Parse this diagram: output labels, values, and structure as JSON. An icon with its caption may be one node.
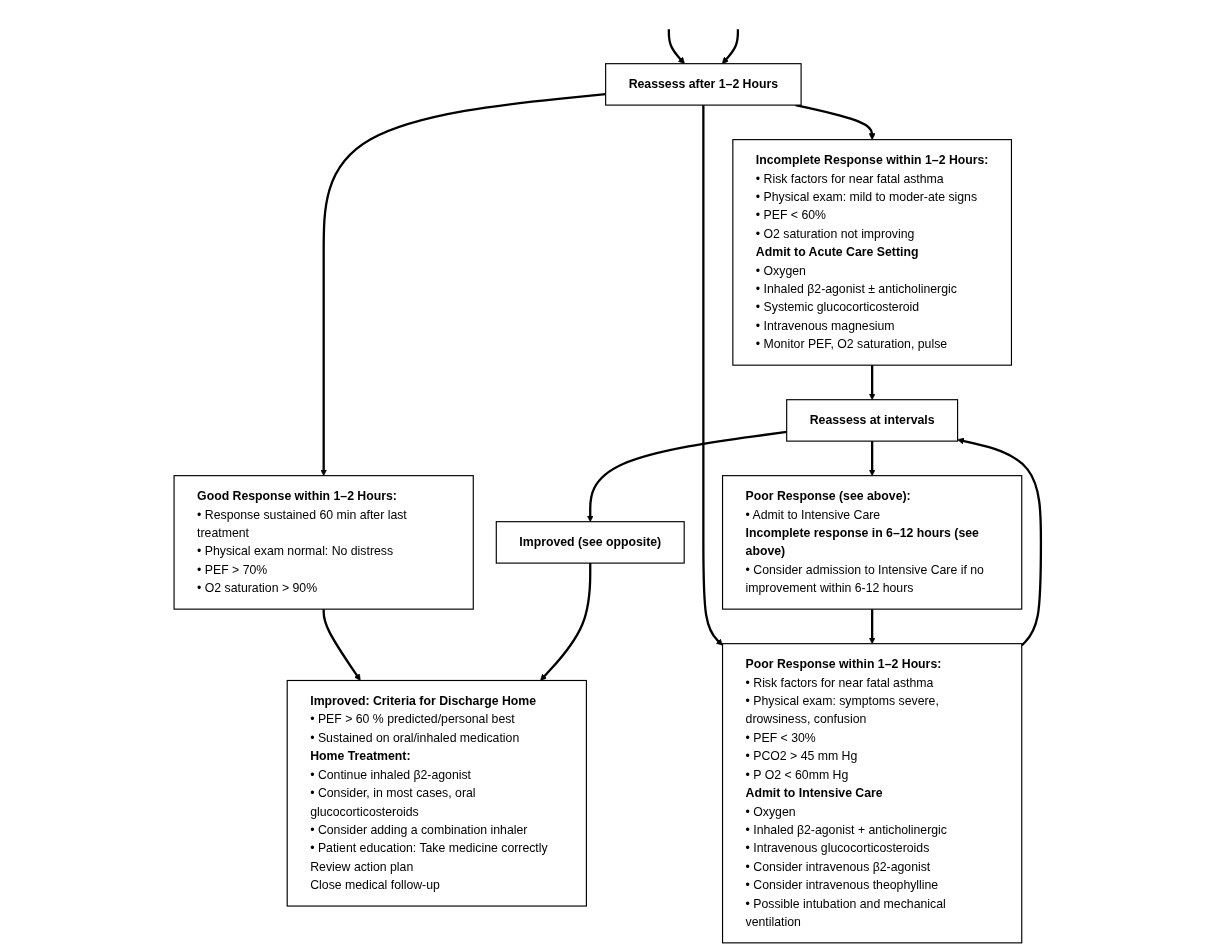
{
  "diagram": {
    "nodes": [
      {
        "text": [
          "Reassess after 1–2 Hours"
        ]
      },
      {
        "text": [
          "Good Response within 1–2 Hours:",
          "• Response sustained 60 min after last treatment",
          "• Physical exam normal: No distress",
          "• PEF > 70%",
          "• O2 saturation > 90%"
        ]
      },
      {
        "text": [
          "Incomplete Response within 1–2 Hours:",
          "• Risk factors for near fatal asthma",
          "• Physical exam: mild to moder-ate signs",
          "• PEF < 60%",
          "• O2 saturation not improving",
          "Admit to Acute Care Setting",
          "• Oxygen",
          "• Inhaled β2-agonist ± anticholinergic",
          "• Systemic glucocorticosteroid",
          "• Intravenous magnesium",
          "• Monitor PEF, O2 saturation, pulse"
        ]
      },
      {
        "text": [
          "Poor Response within 1–2 Hours:",
          "• Risk factors for near fatal asthma",
          "• Physical exam: symptoms severe, drowsiness, confusion",
          "• PEF < 30%",
          "• PCO2 > 45 mm Hg",
          "• P O2 < 60mm Hg",
          "Admit to Intensive Care",
          "• Oxygen",
          "• Inhaled β2-agonist + anticholinergic",
          "• Intravenous glucocorticosteroids",
          "• Consider intravenous β2-agonist",
          "• Consider intravenous theophylline",
          "• Possible intubation and mechanical ventilation"
        ]
      },
      {
        "text": [
          "Reassess at intervals"
        ]
      },
      {
        "text": [
          "Improved: Criteria for Discharge Home",
          "• PEF > 60 % predicted/personal best",
          "• Sustained on oral/inhaled medication",
          "Home Treatment:",
          "• Continue inhaled β2-agonist",
          "• Consider, in most cases, oral glucocorticosteroids",
          "• Consider adding a combination inhaler",
          "• Patient education: Take medicine correctly",
          "Review action plan",
          "Close medical follow-up"
        ]
      },
      {
        "text": [
          "Poor Response (see above):",
          "• Admit to Intensive Care",
          "Incomplete response in 6–12 hours (see above)",
          "• Consider admission to Intensive Care if no improvement within 6-12 hours"
        ]
      },
      {
        "text": [
          "Improved (see opposite)"
        ]
      }
    ],
    "edges": [
      {
        "from": null,
        "to": 0,
        "arrow": "to"
      },
      {
        "from": null,
        "to": 0,
        "arrow": "to"
      },
      {
        "from": 0,
        "to": 1,
        "arrow": "to"
      },
      {
        "from": 0,
        "to": 2,
        "arrow": "to"
      },
      {
        "from": 0,
        "to": 3,
        "arrow": "to"
      },
      {
        "from": 1,
        "to": 5,
        "arrow": "to"
      },
      {
        "from": 2,
        "to": 4,
        "arrow": "to"
      },
      {
        "from": 3,
        "to": 4,
        "arrow": "to"
      },
      {
        "from": 4,
        "to": 6,
        "arrow": "to"
      },
      {
        "from": 6,
        "to": 3,
        "arrow": "to"
      },
      {
        "from": 4,
        "to": 7,
        "arrow": "to"
      },
      {
        "from": 7,
        "to": 5,
        "arrow": "to"
      }
    ]
  }
}
